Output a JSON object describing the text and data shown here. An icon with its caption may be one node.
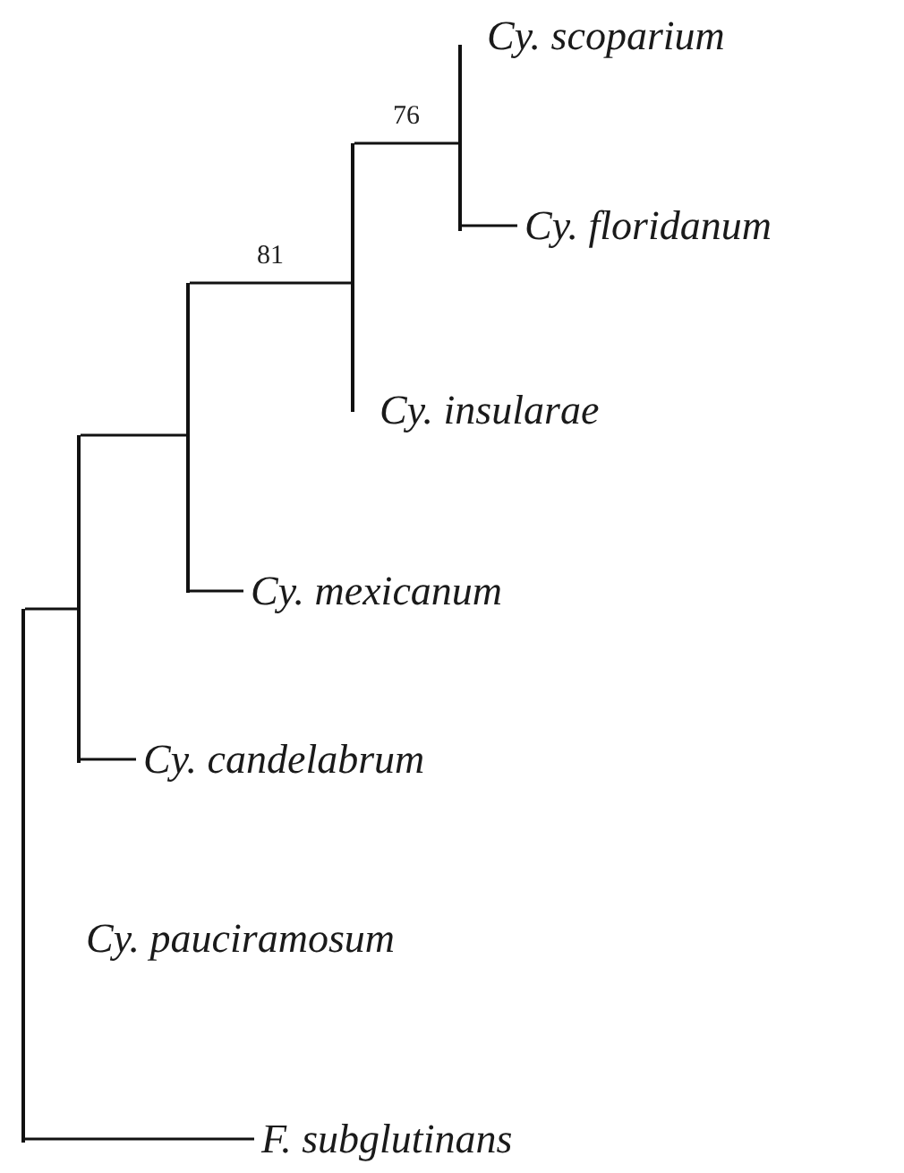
{
  "diagram": {
    "nodes": [
      {
        "text": [],
        "shape": "bar"
      },
      {
        "text": [],
        "shape": "bar"
      },
      {
        "text": [],
        "shape": "bar"
      },
      {
        "text": [],
        "shape": "bar"
      },
      {
        "text": [],
        "shape": "bar"
      },
      {
        "text": [
          "Cy. scoparium"
        ]
      },
      {
        "text": [
          "Cy. floridanum"
        ]
      },
      {
        "text": [
          "Cy. insularae"
        ]
      },
      {
        "text": [
          "Cy. mexicanum"
        ]
      },
      {
        "text": [
          "Cy. candelabrum"
        ]
      },
      {
        "text": [
          "Cy. pauciramosum"
        ]
      },
      {
        "text": [
          "F. subglutinans"
        ]
      }
    ],
    "edges": [
      {
        "from": 0,
        "to": 1,
        "arrow": "none"
      },
      {
        "from": 1,
        "to": 2,
        "arrow": "none"
      },
      {
        "from": 2,
        "to": 3,
        "arrow": "none",
        "label": "81"
      },
      {
        "from": 3,
        "to": 4,
        "arrow": "none",
        "label": "76"
      },
      {
        "from": 4,
        "to": 6,
        "arrow": "none"
      },
      {
        "from": 2,
        "to": 8,
        "arrow": "none"
      },
      {
        "from": 1,
        "to": 9,
        "arrow": "none"
      },
      {
        "from": 0,
        "to": 11,
        "arrow": "none"
      }
    ]
  }
}
